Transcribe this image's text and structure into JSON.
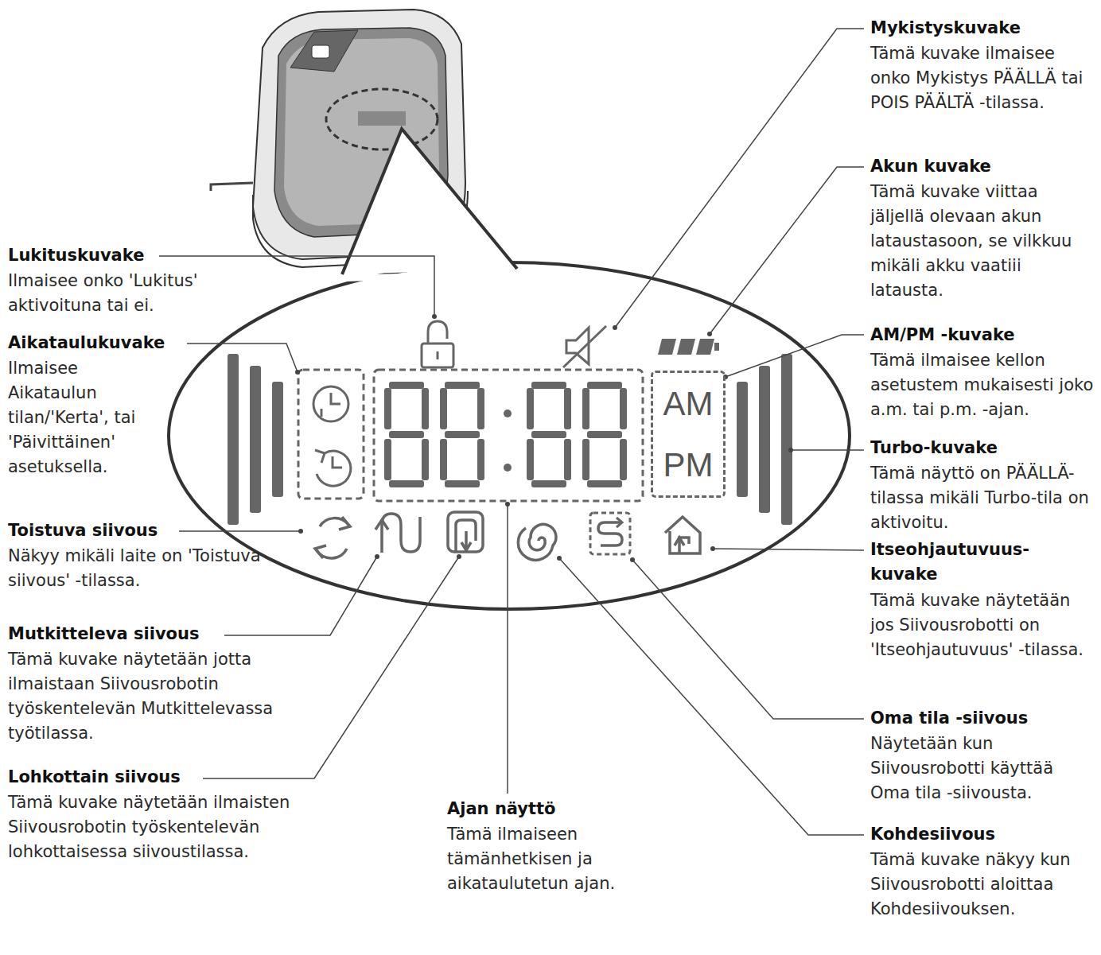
{
  "diagram": {
    "nodes": [
      {
        "text": [
          "AM",
          "PM"
        ]
      }
    ],
    "labels": [
      "Lukituskuvake",
      "Ilmaisee onko 'Lukitus' aktivoituna tai ei.",
      "Aikataulukuvake",
      "Ilmaisee Aikataulun tilan/'Kerta', tai 'Päivittäinen' asetuksella.",
      "Toistuva siivous",
      "Näkyy mikäli laite on 'Toistuva siivous' -tilassa.",
      "Mutkitteleva siivous",
      "Tämä kuvake näytetään jotta ilmaistaan Siivousrobotin työskentelevän Mutkittelevassa työtilassa.",
      "Lohkottain siivous",
      "Tämä kuvake näytetään ilmaisten Siivousrobotin työskentelevän lohkottaisessa siivoustilassa.",
      "Ajan näyttö",
      "Tämä ilmaiseen tämänhetkisen ja aikataulutetun ajan.",
      "Mykistyskuvake",
      "Tämä kuvake ilmaisee onko Mykistys PÄÄLLÄ tai POIS PÄÄLTÄ -tilassa.",
      "Akun kuvake",
      "Tämä kuvake viittaa jäljellä olevaan akun lataustasoon, se vilkkuu mikäli akku vaatiii latausta.",
      "AM/PM -kuvake",
      "Tämä ilmaisee kellon asetustem mukaisesti joko a.m. tai p.m. -ajan.",
      "Turbo-kuvake",
      "Tämä näyttö on PÄÄLLÄ-tilassa mikäli Turbo-tila on aktivoitu.",
      "Itseohjautuvuus-kuvake",
      "Tämä kuvake näytetään jos Siivousrobotti on 'Itseohjautuvuus' -tilassa.",
      "Oma tila -siivous",
      "Näytetään kun Siivousrobotti käyttää Oma tila -siivousta.",
      "Kohdesiivous",
      "Tämä kuvake näkyy kun Siivousrobotti aloittaa Kohdesiivouksen."
    ]
  }
}
